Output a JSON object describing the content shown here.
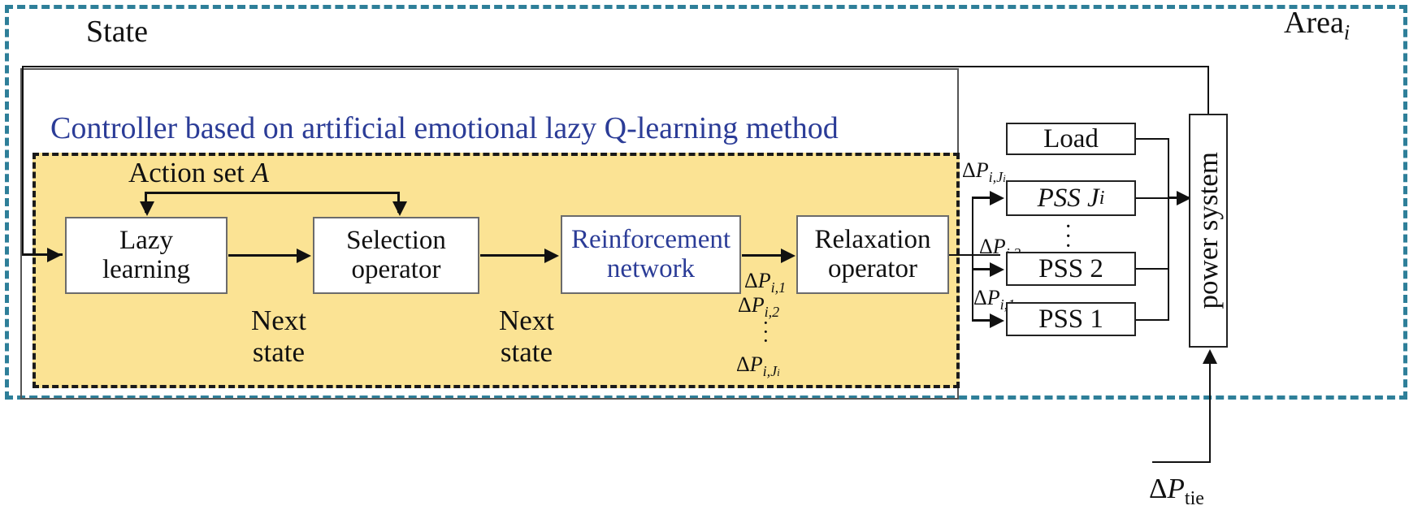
{
  "diagram": {
    "area_label": {
      "text": "Area",
      "subscript": "i"
    },
    "state_label": "State",
    "controller_title": "Controller based on artificial emotional lazy Q-learning method",
    "action_set": {
      "text": "Action set ",
      "symbol": "A"
    },
    "boxes": {
      "lazy_learning": "Lazy\nlearning",
      "lazy_learning_line1": "Lazy",
      "lazy_learning_line2": "learning",
      "selection_operator_line1": "Selection",
      "selection_operator_line2": "operator",
      "reinforcement_network_line1": "Reinforcement",
      "reinforcement_network_line2": "network",
      "relaxation_operator_line1": "Relaxation",
      "relaxation_operator_line2": "operator",
      "load": "Load",
      "pss_j": "PSS J",
      "pss_j_sub": "i",
      "pss_2": "PSS 2",
      "pss_1": "PSS 1",
      "power_system": "power system"
    },
    "next_state_1_line1": "Next",
    "next_state_1_line2": "state",
    "next_state_2_line1": "Next",
    "next_state_2_line2": "state",
    "signals": {
      "dp_i_1": {
        "delta": "Δ",
        "p": "P",
        "sub": "i,1"
      },
      "dp_i_2": {
        "delta": "Δ",
        "p": "P",
        "sub": "i,2"
      },
      "dp_i_J": {
        "delta": "Δ",
        "p": "P",
        "sub_main": "i,J",
        "sub_sub": "i"
      },
      "dp_tie": {
        "delta": "Δ",
        "p": "P",
        "sub": "tie"
      },
      "vertical_dots": "·"
    },
    "colors": {
      "area_border_teal": "#2e7f99",
      "panel_yellow": "#fbe394",
      "accent_blue": "#2b3c97",
      "line_black": "#111111",
      "box_white": "#ffffff"
    }
  }
}
